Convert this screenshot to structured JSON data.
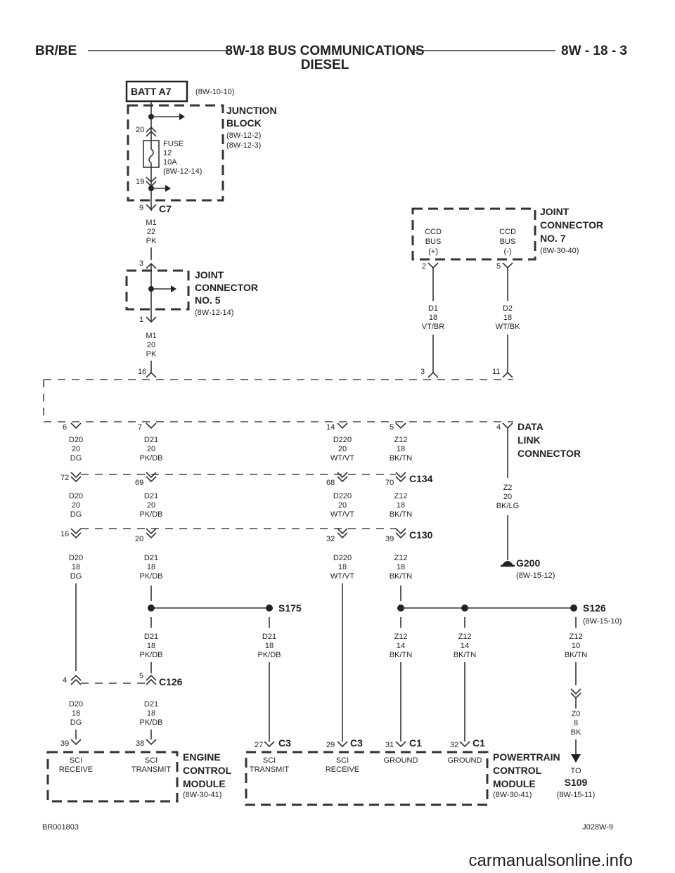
{
  "header": {
    "left": "BR/BE",
    "title": "8W-18 BUS COMMUNICATIONS",
    "subtitle": "DIESEL",
    "right": "8W - 18 - 3"
  },
  "batt": {
    "label": "BATT A7",
    "ref": "(8W-10-10)"
  },
  "junction_block": {
    "name": [
      "JUNCTION",
      "BLOCK"
    ],
    "refs": [
      "(8W-12-2)",
      "(8W-12-3)"
    ],
    "pin_top": "20",
    "pin_bottom": "19",
    "fuse": [
      "FUSE",
      "12",
      "10A",
      "(8W-12-14)"
    ]
  },
  "c7": {
    "label": "C7",
    "pin": "9"
  },
  "wire_m1_22": [
    "M1",
    "22",
    "PK"
  ],
  "jc5": {
    "name": [
      "JOINT",
      "CONNECTOR",
      "NO. 5"
    ],
    "ref": "(8W-12-14)",
    "pin_top": "3",
    "pin_bottom": "1"
  },
  "wire_m1_20": [
    "M1",
    "20",
    "PK"
  ],
  "jc7": {
    "name": [
      "JOINT",
      "CONNECTOR",
      "NO. 7"
    ],
    "ref": "(8W-30-40)",
    "bus_plus": [
      "CCD",
      "BUS",
      "(+)"
    ],
    "bus_minus": [
      "CCD",
      "BUS",
      "(-)"
    ],
    "pin_plus": "2",
    "pin_minus": "5"
  },
  "wire_d1": [
    "D1",
    "18",
    "VT/BR"
  ],
  "wire_d2": [
    "D2",
    "18",
    "WT/BK"
  ],
  "dlc": {
    "name": [
      "DATA",
      "LINK",
      "CONNECTOR"
    ],
    "top_pins": [
      "16",
      "3",
      "11"
    ],
    "bottom_pins": [
      "6",
      "7",
      "14",
      "5",
      "4"
    ]
  },
  "row1_wires": [
    [
      "D20",
      "20",
      "DG"
    ],
    [
      "D21",
      "20",
      "PK/DB"
    ],
    [
      "D220",
      "20",
      "WT/VT"
    ],
    [
      "Z12",
      "18",
      "BK/TN"
    ]
  ],
  "c134": {
    "label": "C134",
    "pins": [
      "72",
      "69",
      "68",
      "70"
    ]
  },
  "row2_wires": [
    [
      "D20",
      "20",
      "DG"
    ],
    [
      "D21",
      "20",
      "PK/DB"
    ],
    [
      "D220",
      "20",
      "WT/VT"
    ],
    [
      "Z12",
      "18",
      "BK/TN"
    ]
  ],
  "wire_z2": [
    "Z2",
    "20",
    "BK/LG"
  ],
  "c130": {
    "label": "C130",
    "pins": [
      "16",
      "20",
      "32",
      "39"
    ]
  },
  "row3_wires": [
    [
      "D20",
      "18",
      "DG"
    ],
    [
      "D21",
      "18",
      "PK/DB"
    ],
    [
      "D220",
      "18",
      "WT/VT"
    ],
    [
      "Z12",
      "18",
      "BK/TN"
    ]
  ],
  "g200": {
    "label": "G200",
    "ref": "(8W-15-12)"
  },
  "s175": {
    "label": "S175"
  },
  "s126": {
    "label": "S126",
    "ref": "(8W-15-10)"
  },
  "row4_wires": [
    [
      "D21",
      "18",
      "PK/DB"
    ],
    [
      "D21",
      "18",
      "PK/DB"
    ],
    [
      "Z12",
      "14",
      "BK/TN"
    ],
    [
      "Z12",
      "14",
      "BK/TN"
    ],
    [
      "Z12",
      "10",
      "BK/TN"
    ]
  ],
  "c126": {
    "label": "C126",
    "pins": [
      "4",
      "5"
    ]
  },
  "row5_wires": [
    [
      "D20",
      "18",
      "DG"
    ],
    [
      "D21",
      "18",
      "PK/DB"
    ],
    [
      "Z0",
      "8",
      "BK"
    ]
  ],
  "ecm": {
    "name": [
      "ENGINE",
      "CONTROL",
      "MODULE"
    ],
    "ref": "(8W-30-41)",
    "pins": [
      "39",
      "38"
    ],
    "labels": [
      [
        "SCI",
        "RECEIVE"
      ],
      [
        "SCI",
        "TRANSMIT"
      ]
    ]
  },
  "pcm": {
    "name": [
      "POWERTRAIN",
      "CONTROL",
      "MODULE"
    ],
    "ref": "(8W-30-41)",
    "pins": [
      "27",
      "29",
      "31",
      "32"
    ],
    "connectors": [
      "C3",
      "C3",
      "C1",
      "C1"
    ],
    "labels": [
      [
        "SCI",
        "TRANSMIT"
      ],
      [
        "SCI",
        "RECEIVE"
      ],
      [
        "GROUND"
      ],
      [
        "GROUND"
      ]
    ]
  },
  "s109": {
    "to": "TO",
    "label": "S109",
    "ref": "(8W-15-11)"
  },
  "footer": {
    "left": "BR001803",
    "right": "J028W-9"
  },
  "watermark": "carmanualsonline.info"
}
